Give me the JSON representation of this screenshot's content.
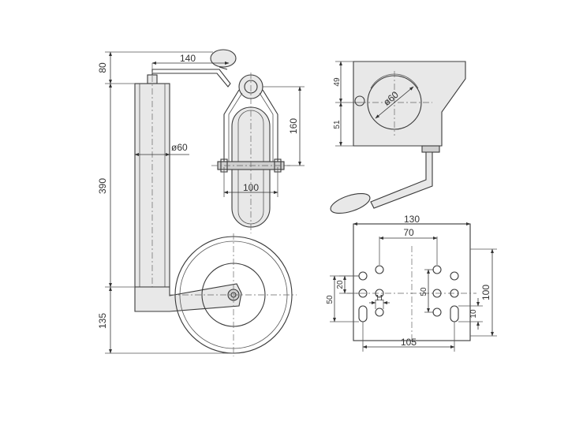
{
  "dimensions": {
    "crank_height": "80",
    "crank_length": "140",
    "tube_length": "390",
    "tube_diameter": "ø60",
    "wheel_height": "135",
    "wheel_diameter": "160",
    "wheel_width": "100",
    "clamp_top": "49",
    "clamp_bottom": "51",
    "clamp_bore": "ø60",
    "plate_width": "130",
    "plate_hole_spacing": "70",
    "plate_row_spacing": "20",
    "plate_left_height": "50",
    "plate_inner_height": "50",
    "plate_slot_width": "11",
    "plate_slot_height": "10",
    "plate_height": "100",
    "plate_bottom_width": "105"
  }
}
